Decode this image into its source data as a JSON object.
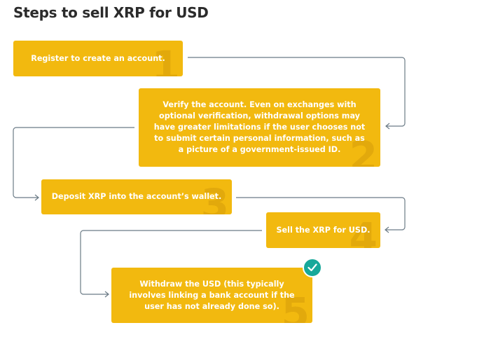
{
  "title": "Steps to sell XRP for USD",
  "steps": [
    {
      "number": "1",
      "text": "Register to create an account."
    },
    {
      "number": "2",
      "text": "Verify the account. Even on exchanges with optional verification, withdrawal options may have greater limitations if the user chooses not to submit certain personal information, such as a picture of a government-issued ID."
    },
    {
      "number": "3",
      "text": "Deposit XRP into the account’s wallet."
    },
    {
      "number": "4",
      "text": "Sell the XRP for USD."
    },
    {
      "number": "5",
      "text": "Withdraw the USD (this typically involves linking a bank account if the user has not already done so)."
    }
  ],
  "colors": {
    "box": "#f2b90f",
    "number": "#e2a90c",
    "line": "#6b7b86",
    "check": "#17a89a"
  }
}
